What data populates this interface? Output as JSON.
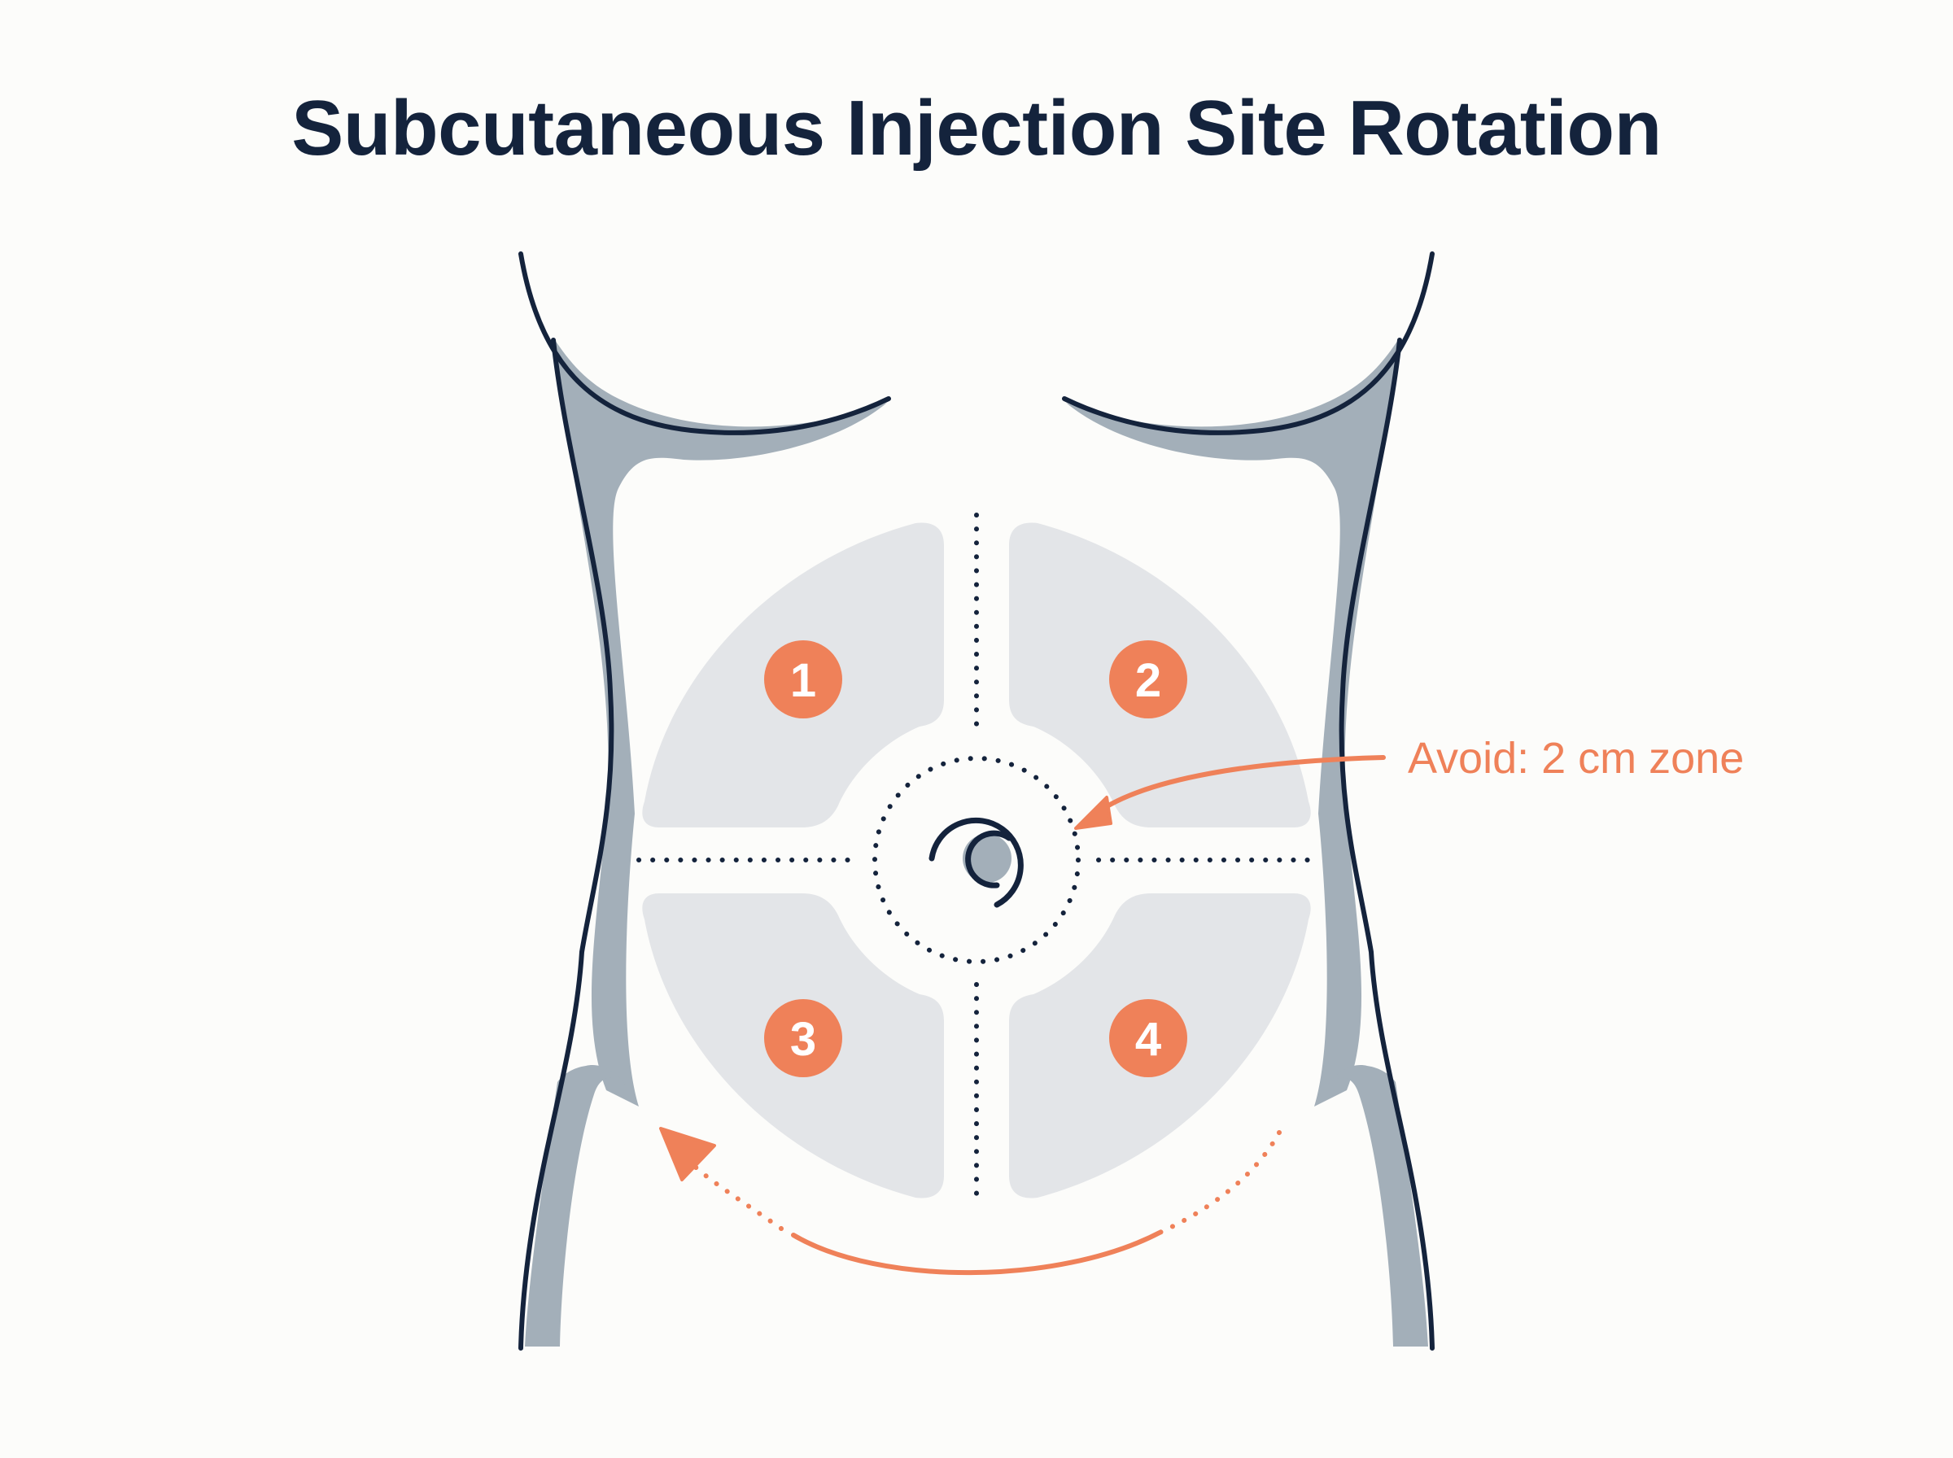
{
  "title": "Subcutaneous Injection Site Rotation",
  "zones": [
    {
      "number": "1"
    },
    {
      "number": "2"
    },
    {
      "number": "3"
    },
    {
      "number": "4"
    }
  ],
  "callout": {
    "text": "Avoid: 2 cm zone"
  },
  "colors": {
    "accent": "#ef8159",
    "outline": "#14233c",
    "body_shade": "#a3afb9",
    "zone_fill": "#e3e5e8",
    "background": "#fcfcfa"
  },
  "icons": [
    "navel-icon",
    "rotation-arrow-icon",
    "callout-arrow-icon"
  ]
}
